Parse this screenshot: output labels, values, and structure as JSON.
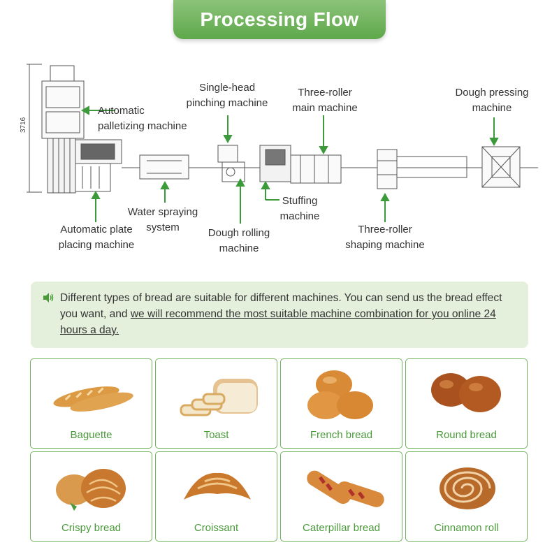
{
  "header": {
    "title": "Processing Flow"
  },
  "diagram": {
    "dimension_label": "3716",
    "labels": {
      "palletizing": "Automatic\npalletizing machine",
      "pinching": "Single-head\npinching machine",
      "main": "Three-roller\nmain machine",
      "pressing": "Dough pressing\nmachine",
      "water": "Water spraying\nsystem",
      "plate": "Automatic plate\nplacing machine",
      "rolling": "Dough rolling\nmachine",
      "stuffing": "Stuffing\nmachine",
      "shaping": "Three-roller\nshaping machine"
    }
  },
  "note": {
    "text_plain": "Different types of bread are suitable for different machines. You can send us the bread effect you want, and ",
    "text_underlined": "we will recommend the most suitable machine combination for you online 24 hours a day.",
    "icon": "speaker-icon"
  },
  "breads": [
    {
      "name": "Baguette",
      "icon": "baguette"
    },
    {
      "name": "Toast",
      "icon": "toast"
    },
    {
      "name": "French bread",
      "icon": "french-bread"
    },
    {
      "name": "Round bread",
      "icon": "round-bread"
    },
    {
      "name": "Crispy bread",
      "icon": "crispy-bread"
    },
    {
      "name": "Croissant",
      "icon": "croissant"
    },
    {
      "name": "Caterpillar bread",
      "icon": "caterpillar-bread"
    },
    {
      "name": "Cinnamon roll",
      "icon": "cinnamon-roll"
    }
  ],
  "colors": {
    "accent": "#5ea84a",
    "note_bg": "#e5f0dc",
    "card_border": "#6fb35a",
    "bread": "#d9913e"
  }
}
